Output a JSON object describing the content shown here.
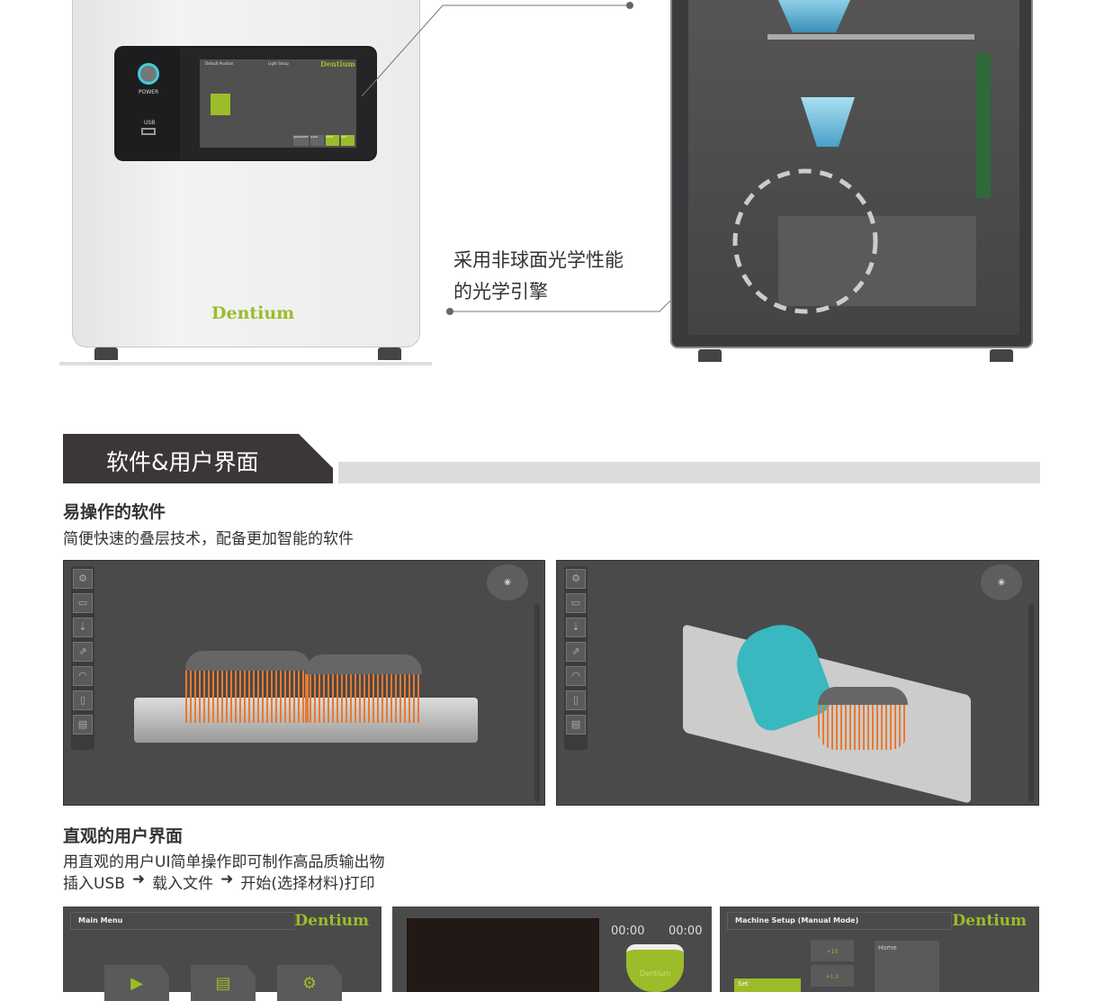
{
  "printer_left": {
    "power_label": "POWER",
    "usb_label": "USB",
    "brand": "Dentium",
    "screen": {
      "left_title": "Default Position",
      "right_title": "Light Setup",
      "brand": "Dentium",
      "buttons": [
        "ADVANCED",
        "LOAD",
        "SAVE",
        "EXIT"
      ]
    }
  },
  "callout": {
    "line1": "采用非球面光学性能",
    "line2": "的光学引擎"
  },
  "section": {
    "title": "软件&用户界面"
  },
  "software": {
    "heading": "易操作的软件",
    "desc": "简便快速的叠层技术，配备更加智能的软件"
  },
  "ui": {
    "heading": "直观的用户界面",
    "line1": "用直观的用户UI简单操作即可制作高品质输出物",
    "steps": [
      "插入USB",
      "载入文件",
      "开始(选择材料)打印"
    ],
    "arrow": "➜"
  },
  "bottom": {
    "main_menu": {
      "title": "Main Menu",
      "brand": "Dentium"
    },
    "printing": {
      "time_left": "00:00",
      "time_right": "00:00",
      "brand": "Dentium"
    },
    "machine_setup": {
      "title": "Machine Setup (Manual Mode)",
      "brand": "Dentium",
      "home": "Home",
      "set": "Set",
      "step1": "+10",
      "step2": "+1.0"
    }
  },
  "colors": {
    "accent": "#9cbc2a",
    "dark": "#3a3736"
  }
}
